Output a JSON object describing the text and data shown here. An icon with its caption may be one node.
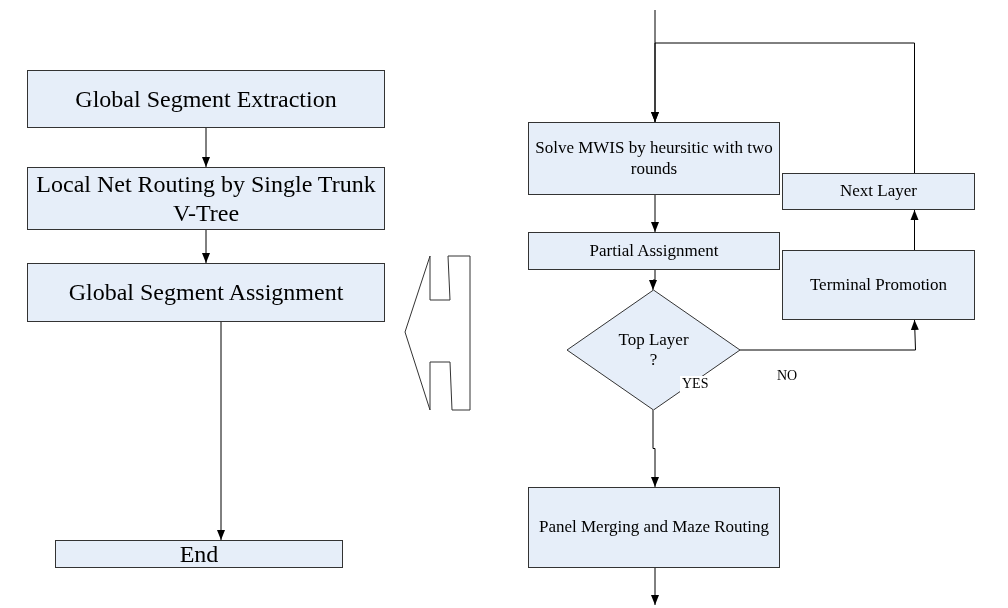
{
  "diagram": {
    "nodes": [
      {
        "text": [
          "Global Segment Extraction"
        ]
      },
      {
        "text": [
          "Local Net Routing by Single Trunk V-Tree"
        ]
      },
      {
        "text": [
          "Global Segment Assignment"
        ]
      },
      {
        "text": [
          "End"
        ]
      },
      {
        "text": [
          "Solve MWIS by heursitic with two rounds"
        ]
      },
      {
        "text": [
          "Next Layer"
        ]
      },
      {
        "text": [
          "Partial Assignment"
        ]
      },
      {
        "text": [
          "Terminal Promotion"
        ]
      },
      {
        "text": [
          "Top Layer ?"
        ]
      },
      {
        "text": [
          "Panel Merging and Maze Routing"
        ]
      }
    ],
    "edges": [
      {
        "from": 0,
        "to": 1,
        "arrow": "to"
      },
      {
        "from": 1,
        "to": 2,
        "arrow": "to"
      },
      {
        "from": 2,
        "to": 3,
        "arrow": "to"
      },
      {
        "from": null,
        "to": 4,
        "arrow": "to"
      },
      {
        "from": 4,
        "to": 6,
        "arrow": "to"
      },
      {
        "from": 6,
        "to": 8,
        "arrow": "to"
      },
      {
        "from": 8,
        "to": 9,
        "arrow": "to",
        "label": "YES"
      },
      {
        "from": 8,
        "to": 7,
        "arrow": "to",
        "label": "NO"
      },
      {
        "from": 7,
        "to": 5,
        "arrow": "to"
      },
      {
        "from": 5,
        "to": 4,
        "arrow": "to"
      },
      {
        "from": 9,
        "to": null,
        "arrow": "to"
      }
    ]
  }
}
